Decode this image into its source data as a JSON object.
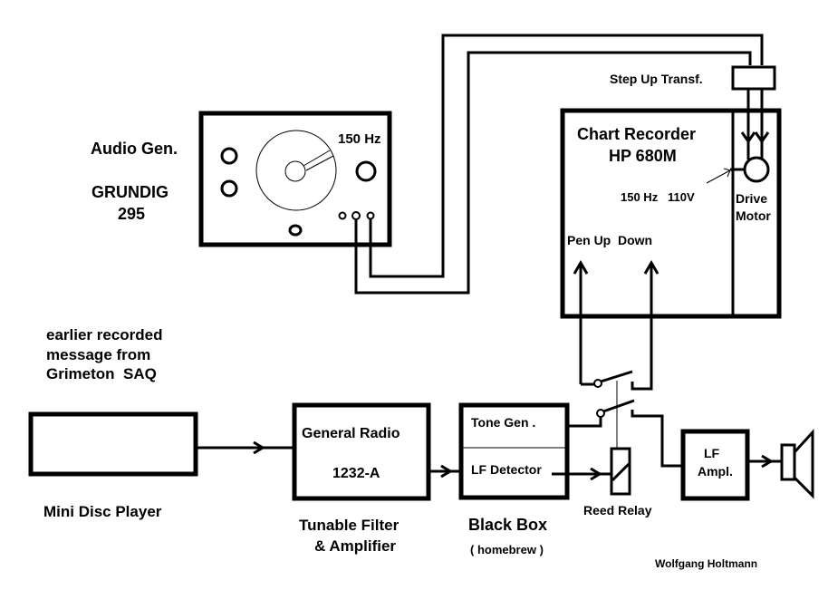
{
  "diagram": {
    "author": "Wolfgang Holtmann",
    "audio_generator": {
      "title": "Audio Gen.",
      "model_line1": "GRUNDIG",
      "model_line2": "295",
      "dial_frequency": "150 Hz"
    },
    "step_up_transformer": {
      "label": "Step Up Transf."
    },
    "chart_recorder": {
      "title_line1": "Chart Recorder",
      "title_line2": "HP 680M",
      "supply": "150 Hz   110V",
      "pen_label": "Pen Up  Down",
      "motor_line1": "Drive",
      "motor_line2": "Motor"
    },
    "note": {
      "line1": "earlier recorded",
      "line2": "message from",
      "line3": "Grimeton  SAQ"
    },
    "mini_disc": {
      "label": "Mini Disc Player"
    },
    "filter_amp": {
      "name_line1": "General Radio",
      "name_line2": "1232-A",
      "caption_line1": "Tunable Filter",
      "caption_line2": "& Amplifier"
    },
    "black_box": {
      "section_top": "Tone Gen .",
      "section_bottom": "LF Detector",
      "caption_line1": "Black Box",
      "caption_line2": "( homebrew )"
    },
    "reed_relay": {
      "label": "Reed Relay"
    },
    "lf_amp": {
      "line1": "LF",
      "line2": "Ampl."
    },
    "speaker": {
      "icon": "speaker-icon"
    }
  }
}
